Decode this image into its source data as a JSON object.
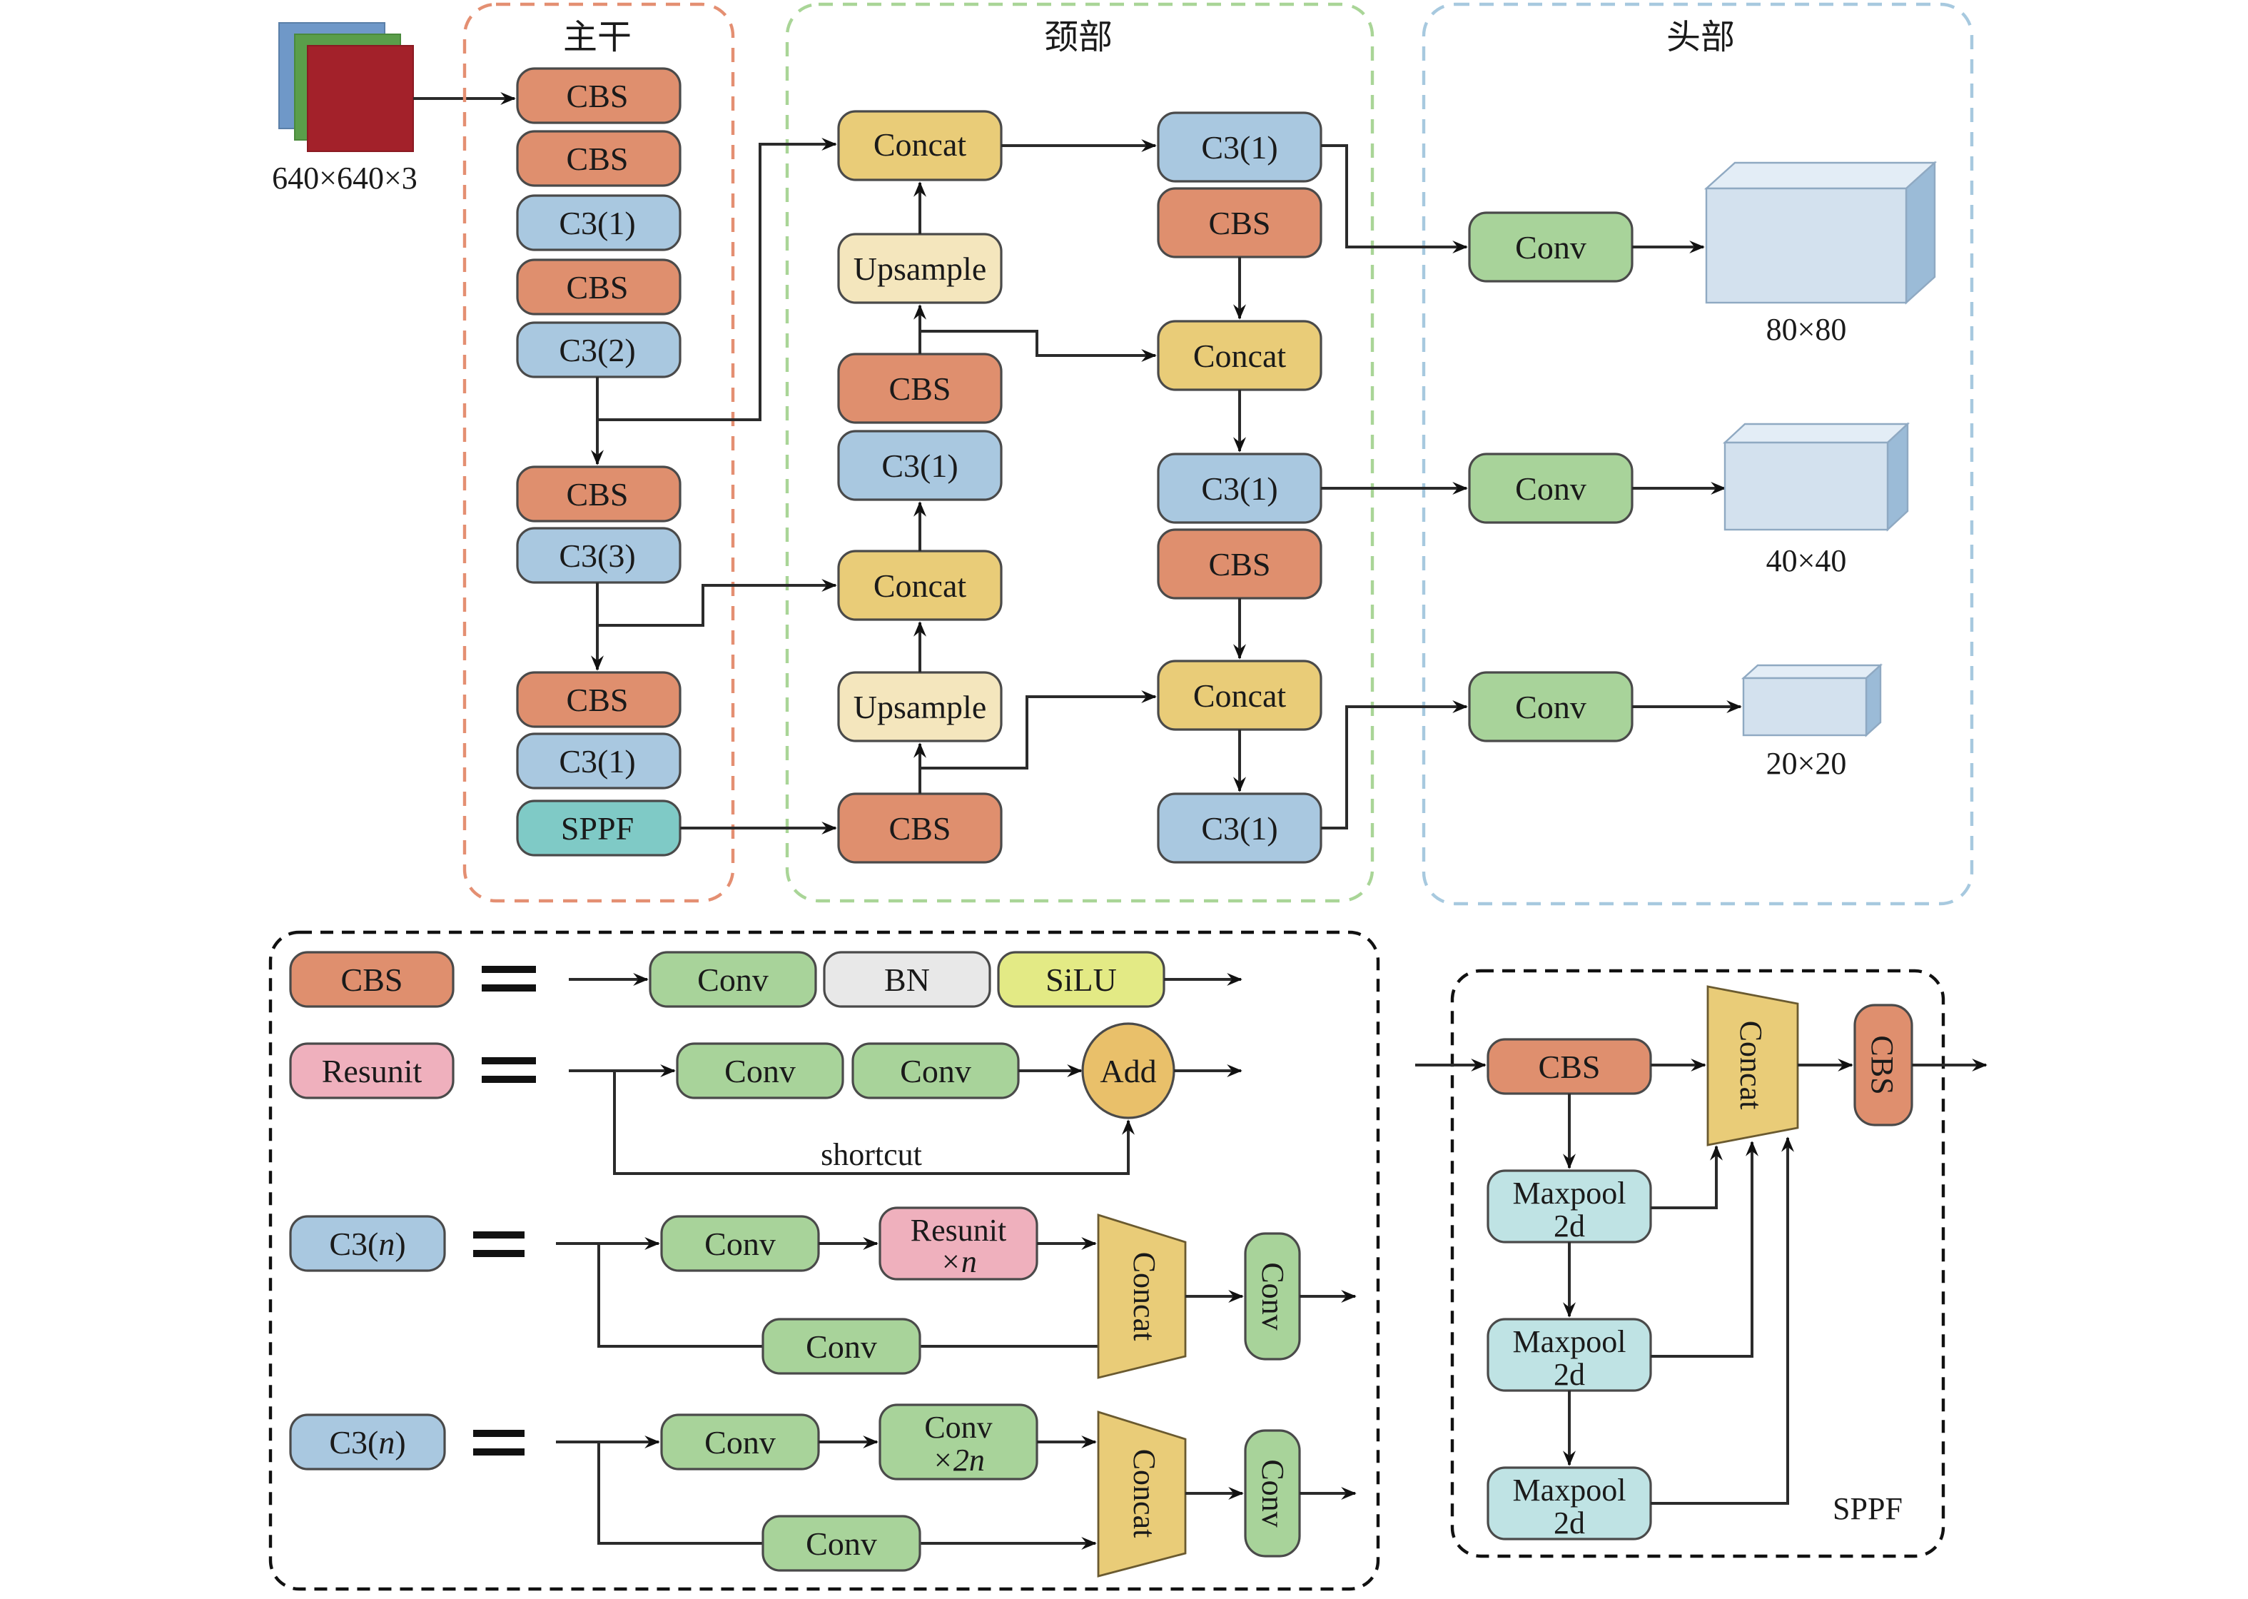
{
  "input": {
    "label": "640×640×3",
    "channel_colors": [
      "#6f98c8",
      "#5a9e4a",
      "#a3212a"
    ]
  },
  "sections": {
    "backbone": {
      "title": "主干",
      "border_color": "#e48f72"
    },
    "neck": {
      "title": "颈部",
      "border_color": "#a9d597"
    },
    "head": {
      "title": "头部",
      "border_color": "#a7c9df"
    }
  },
  "backbone_blocks": [
    "CBS",
    "CBS",
    "C3(1)",
    "CBS",
    "C3(2)",
    "CBS",
    "C3(3)",
    "CBS",
    "C3(1)",
    "SPPF"
  ],
  "neck_left": [
    "Concat",
    "Upsample",
    "CBS",
    "C3(1)",
    "Concat",
    "Upsample",
    "CBS"
  ],
  "neck_right": [
    "C3(1)",
    "CBS",
    "Concat",
    "C3(1)",
    "CBS",
    "Concat",
    "C3(1)"
  ],
  "head": {
    "conv_label": "Conv",
    "outputs": [
      "80×80",
      "40×40",
      "20×20"
    ]
  },
  "legend": {
    "cbs": {
      "name": "CBS",
      "parts": [
        "Conv",
        "BN",
        "SiLU"
      ]
    },
    "resunit": {
      "name": "Resunit",
      "parts": [
        "Conv",
        "Conv"
      ],
      "add": "Add",
      "shortcut": "shortcut"
    },
    "c3_a": {
      "name": "C3(",
      "n": "n",
      "close": ")",
      "conv": "Conv",
      "res": "Resunit",
      "res_mult": "×n",
      "concat": "Concat",
      "conv_out": "Conv",
      "conv_bottom": "Conv"
    },
    "c3_b": {
      "name": "C3(",
      "n": "n",
      "close": ")",
      "conv": "Conv",
      "conv2": "Conv",
      "conv2_mult": "×2n",
      "concat": "Concat",
      "conv_out": "Conv",
      "conv_bottom": "Conv"
    },
    "sppf": {
      "title": "SPPF",
      "cbs_in": "CBS",
      "maxpool_l1": "Maxpool",
      "maxpool_l2": "2d",
      "concat": "Concat",
      "cbs_out": "CBS"
    }
  }
}
